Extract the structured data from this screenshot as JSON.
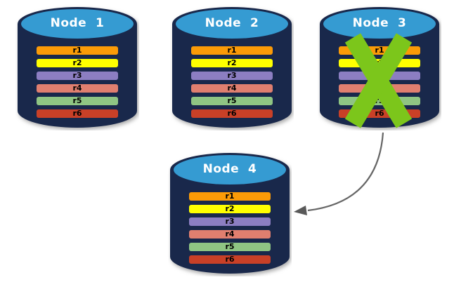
{
  "diagram": {
    "background": "#FFFFFF",
    "colors": {
      "cylinder_body": "#19284B",
      "cylinder_top": "#359BD2",
      "node_label": "#FFFFFF",
      "replica_label": "#000000",
      "fail_x": "#7CC61B",
      "arrow": "#666666",
      "arrowhead": "#595959"
    },
    "replicas": [
      {
        "id": "r1",
        "color": "#FB9B07"
      },
      {
        "id": "r2",
        "color": "#FFFF00"
      },
      {
        "id": "r3",
        "color": "#8C7EC2"
      },
      {
        "id": "r4",
        "color": "#E07F6F"
      },
      {
        "id": "r5",
        "color": "#8FC583"
      },
      {
        "id": "r6",
        "color": "#C94027"
      }
    ],
    "nodes": [
      {
        "label": "Node  1",
        "failed": false
      },
      {
        "label": "Node  2",
        "failed": false
      },
      {
        "label": "Node  3",
        "failed": true
      },
      {
        "label": "Node  4",
        "failed": false
      }
    ],
    "failover_arrow": {
      "from": "Node  3",
      "to": "Node  4"
    }
  }
}
